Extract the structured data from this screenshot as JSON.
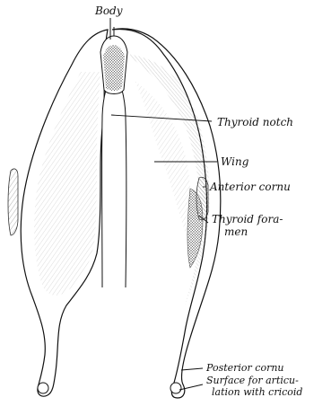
{
  "figure": {
    "labels": {
      "body": "Body",
      "thyroid_notch": "Thyroid notch",
      "wing": "Wing",
      "anterior_cornu": "Anterior cornu",
      "thyroid_foramen_line1": "Thyroid fora-",
      "thyroid_foramen_line2": "men",
      "posterior_cornu": "Posterior cornu",
      "surface_line1": "Surface for articu-",
      "surface_line2": "lation with cricoid"
    },
    "colors": {
      "ink": "#111111",
      "paper": "#ffffff",
      "shade": "#9a9a9a"
    }
  }
}
